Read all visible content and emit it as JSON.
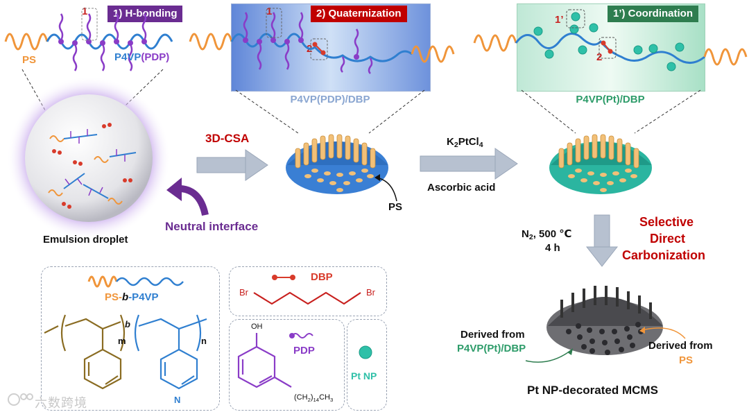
{
  "steps": {
    "hbond": "1) H-bonding",
    "quat": "2) Quaternization",
    "coord": "1’) Coordination",
    "hbond_color": "#6a2c91",
    "quat_color": "#c00000",
    "coord_color": "#2e7d4f"
  },
  "markers": {
    "one": "1",
    "two": "2",
    "one_prime": "1’"
  },
  "labels": {
    "ps": "PS",
    "p4vp": "P4VP",
    "pdp_paren": "(PDP)",
    "p4vp_pdp_dbp": "P4VP(PDP)/DBP",
    "p4vp_pt_dbp": "P4VP(Pt)/DBP",
    "csa": "3D-CSA",
    "ps_pointer": "PS",
    "reagent_top_k": "K",
    "reagent_top_sub1": "2",
    "reagent_top_pt": "PtCl",
    "reagent_top_sub2": "4",
    "reagent_bottom": "Ascorbic acid",
    "emulsion": "Emulsion droplet",
    "neutral": "Neutral interface",
    "cond_n": "N",
    "cond_n_sub": "2",
    "cond_temp": ", 500 ℃",
    "cond_time": "4 h",
    "sdc_1": "Selective",
    "sdc_2": "Direct",
    "sdc_3": "Carbonization",
    "derived_left_1": "Derived from",
    "derived_left_2": "P4VP(Pt)/DBP",
    "derived_right_1": "Derived from",
    "derived_right_2": "PS",
    "mcms": "Pt NP-decorated MCMS"
  },
  "legend": {
    "block_ps": "PS-",
    "block_b": "b",
    "block_p4vp": "-P4VP",
    "sub_b": "b",
    "sub_m": "m",
    "sub_n": "n",
    "n_atom": "N",
    "dbp": "DBP",
    "br_left": "Br",
    "br_right": "Br",
    "pdp": "PDP",
    "oh": "OH",
    "chain_sub_open": "(CH",
    "chain_sub_2": "2",
    "chain_sub_close": ")",
    "chain_sub_14": "14",
    "chain_sub_ch": "CH",
    "chain_sub_3": "3",
    "ptnp": "Pt NP"
  },
  "watermark": "六数跨境",
  "colors": {
    "ps": "#f0953a",
    "p4vp": "#2f7fd0",
    "pdp": "#8a3cc7",
    "dbp": "#d83b2b",
    "pt": "#2fc0a8",
    "arrow": "#b7c1d0",
    "dark_red": "#c00000"
  }
}
